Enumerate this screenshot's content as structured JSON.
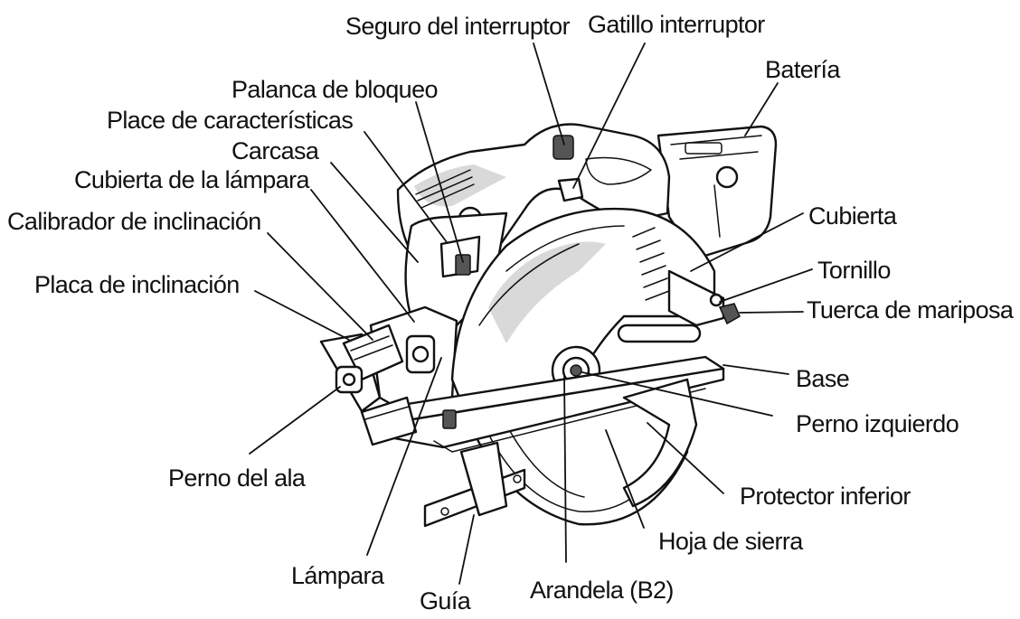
{
  "labels": {
    "seguro_interruptor": "Seguro del interruptor",
    "gatillo_interruptor": "Gatillo interruptor",
    "bateria": "Batería",
    "palanca_bloqueo": "Palanca de bloqueo",
    "placa_caracteristicas": "Place de características",
    "carcasa": "Carcasa",
    "cubierta_lampara": "Cubierta de la lámpara",
    "calibrador_inclinacion": "Calibrador de inclinación",
    "placa_inclinacion": "Placa de inclinación",
    "cubierta": "Cubierta",
    "tornillo": "Tornillo",
    "tuerca_mariposa": "Tuerca de mariposa",
    "base": "Base",
    "perno_izquierdo": "Perno izquierdo",
    "perno_ala": "Perno del ala",
    "protector_inferior": "Protector inferior",
    "hoja_sierra": "Hoja de sierra",
    "lampara": "Lámpara",
    "arandela": "Arandela (B2)",
    "guia": "Guía"
  },
  "colors": {
    "ink": "#111111",
    "shade": "#d9d9d9",
    "background": "#ffffff"
  }
}
